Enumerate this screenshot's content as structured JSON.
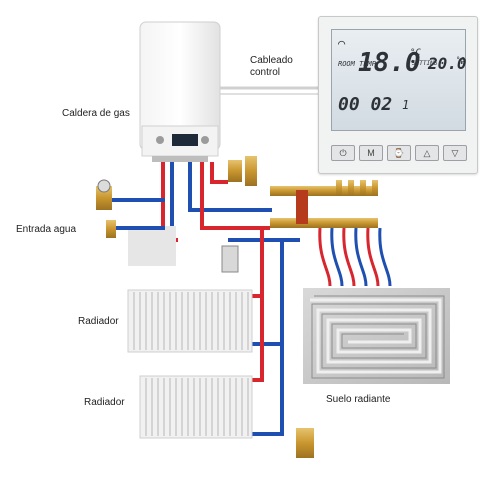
{
  "labels": {
    "boiler": "Caldera de gas",
    "wiring_line1": "Cableado",
    "wiring_line2": "control",
    "water_inlet": "Entrada agua",
    "radiator_top": "Radiador",
    "radiator_bottom": "Radiador",
    "floor_heating": "Suelo radiante"
  },
  "thermostat": {
    "room_temp": "18.0",
    "room_unit": "°C",
    "set_temp": "20.0",
    "set_unit": "°C",
    "time": "00 02",
    "day": "1",
    "room_tag": "ROOM TEMP",
    "set_tag": "SETTING",
    "buttons": [
      "power",
      "M",
      "clock",
      "up",
      "down"
    ],
    "button_icons": [
      "power-icon",
      "M",
      "clock-icon",
      "up-arrow-icon",
      "down-arrow-icon"
    ]
  },
  "colors": {
    "hot_pipe": "#d7262e",
    "cold_pipe": "#1f4fb0",
    "brass": "#c99a3a",
    "wire": "#d0d0d0"
  }
}
